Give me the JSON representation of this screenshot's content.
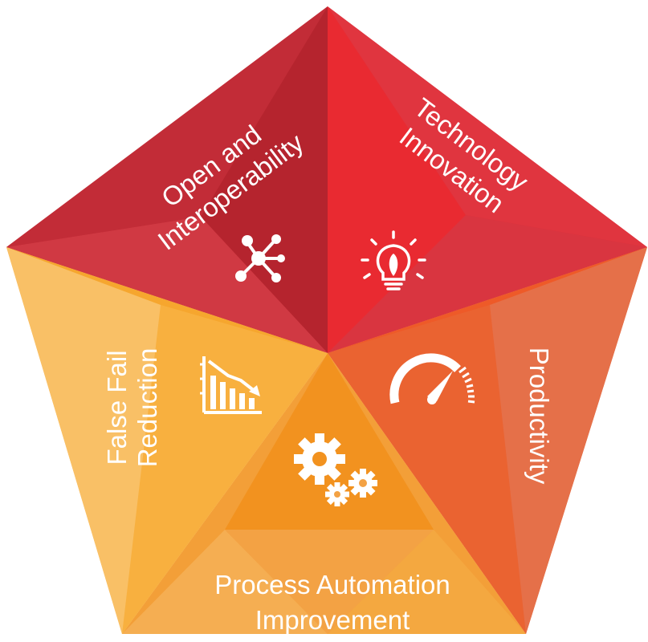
{
  "segments": [
    {
      "id": "open-interoperability",
      "lines": [
        "Open and",
        "Interoperability"
      ],
      "icon": "network-hub-icon",
      "colors": [
        "#c8303b",
        "#b8262f",
        "#d43a45"
      ]
    },
    {
      "id": "technology-innovation",
      "lines": [
        "Technology",
        "Innovation"
      ],
      "icon": "lightbulb-icon",
      "colors": [
        "#e0323e",
        "#ea2a30",
        "#d8353f"
      ]
    },
    {
      "id": "productivity",
      "lines": [
        "Productivity"
      ],
      "icon": "speedometer-icon",
      "colors": [
        "#e66a3c",
        "#ee5a28",
        "#e4744a"
      ]
    },
    {
      "id": "process-automation-improvement",
      "lines": [
        "Process Automation",
        "Improvement"
      ],
      "icon": "gears-icon",
      "colors": [
        "#f4a23e",
        "#f2921f",
        "#f5b25a"
      ]
    },
    {
      "id": "false-fail-reduction",
      "lines": [
        "False Fail",
        "Reduction"
      ],
      "icon": "declining-bar-chart-icon",
      "colors": [
        "#f7b34a",
        "#f6a62e",
        "#f9c066"
      ]
    }
  ]
}
